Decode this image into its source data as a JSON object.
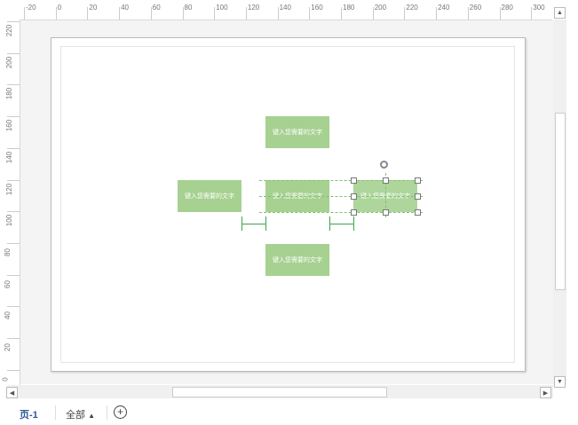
{
  "ruler": {
    "h_labels": [
      "-20",
      "0",
      "20",
      "40",
      "60",
      "80",
      "100",
      "120",
      "140",
      "160",
      "180",
      "200",
      "220",
      "240",
      "260",
      "280",
      "300"
    ],
    "v_labels": [
      "220",
      "200",
      "180",
      "160",
      "140",
      "120",
      "100",
      "80",
      "60",
      "40",
      "20",
      "0"
    ]
  },
  "shapes": [
    {
      "text": "键入您需要的文字"
    },
    {
      "text": "键入您需要的文字"
    },
    {
      "text": "键入您需要的文字"
    },
    {
      "text": "键入您需要的文字"
    },
    {
      "text": "键入您需要的文字"
    }
  ],
  "tabs": {
    "page": "页-1",
    "all": "全部",
    "all_arrow": "▲",
    "add": "+"
  },
  "colors": {
    "shape": "#a6d191",
    "guide": "#3aa64a",
    "active_tab": "#2b579a"
  }
}
